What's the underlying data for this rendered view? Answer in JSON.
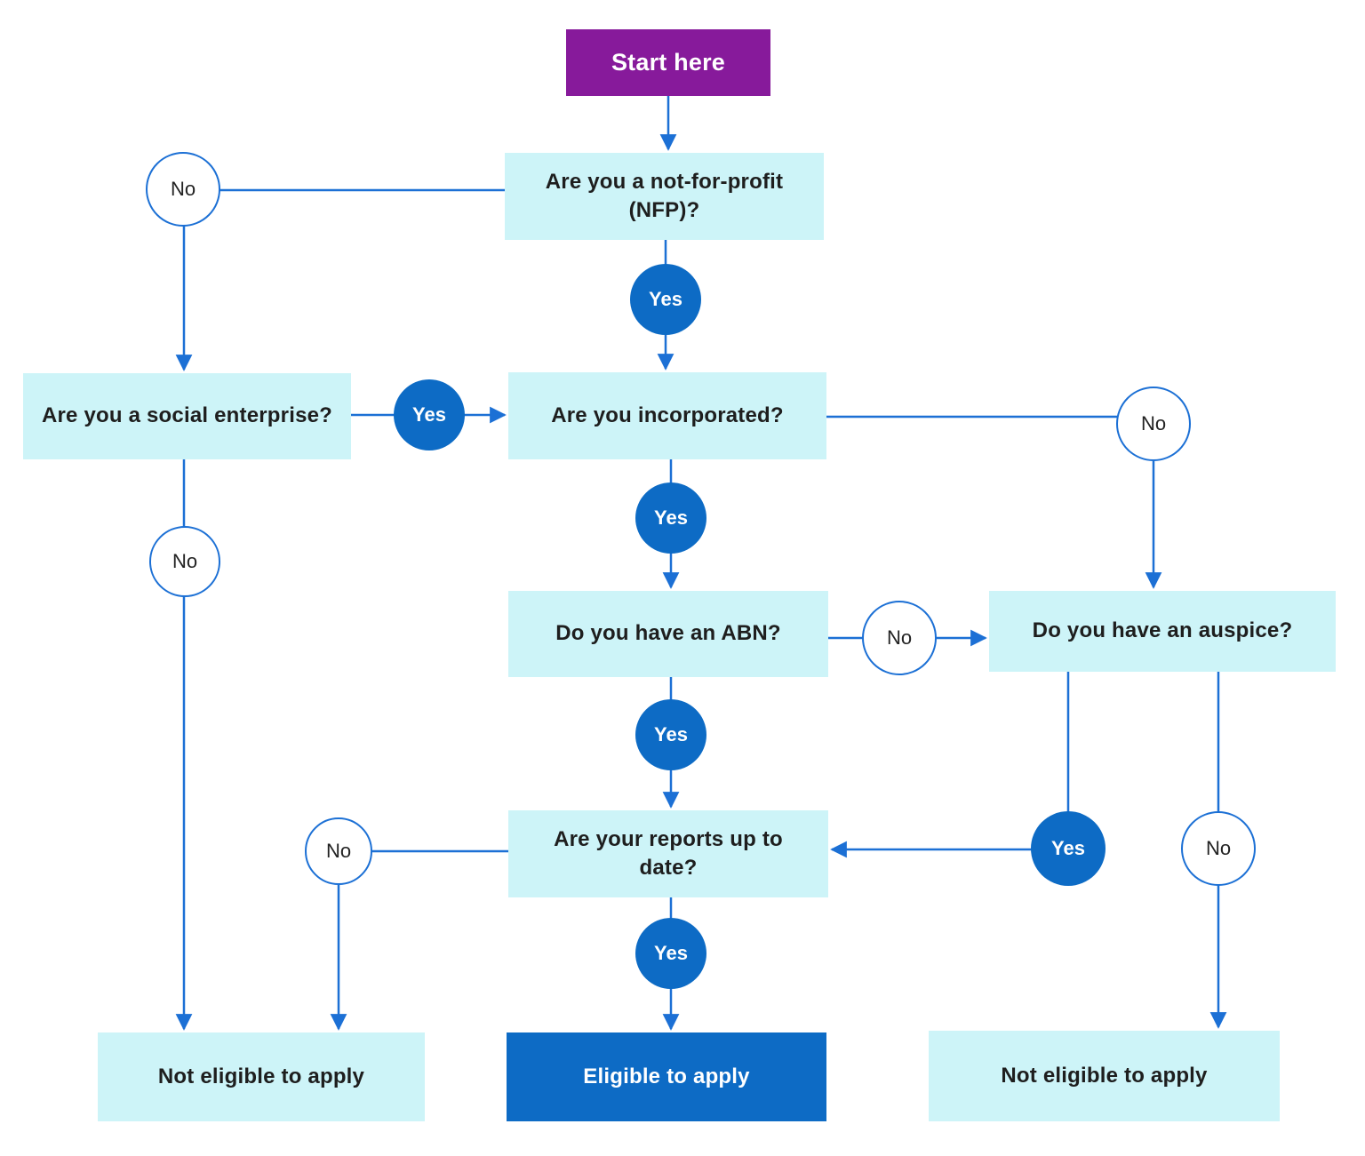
{
  "colors": {
    "purple": "#871A9B",
    "cyan": "#CDF4F8",
    "blue": "#0D6BC5",
    "line": "#1C70D5",
    "text_dark": "#1E1E1E"
  },
  "nodes": {
    "start": "Start here",
    "nfp": "Are you a not-for-profit (NFP)?",
    "social": "Are you a social enterprise?",
    "incorporated": "Are you incorporated?",
    "abn": "Do you have an ABN?",
    "auspice": "Do you have an auspice?",
    "reports": "Are your reports up to date?",
    "not_eligible_left": "Not eligible to apply",
    "eligible": "Eligible to apply",
    "not_eligible_right": "Not eligible to apply"
  },
  "badges": {
    "no_nfp": "No",
    "yes_nfp": "Yes",
    "yes_social": "Yes",
    "no_social": "No",
    "no_incorporated": "No",
    "yes_incorporated": "Yes",
    "no_abn": "No",
    "yes_abn": "Yes",
    "yes_auspice": "Yes",
    "no_auspice": "No",
    "no_reports": "No",
    "yes_reports": "Yes"
  }
}
